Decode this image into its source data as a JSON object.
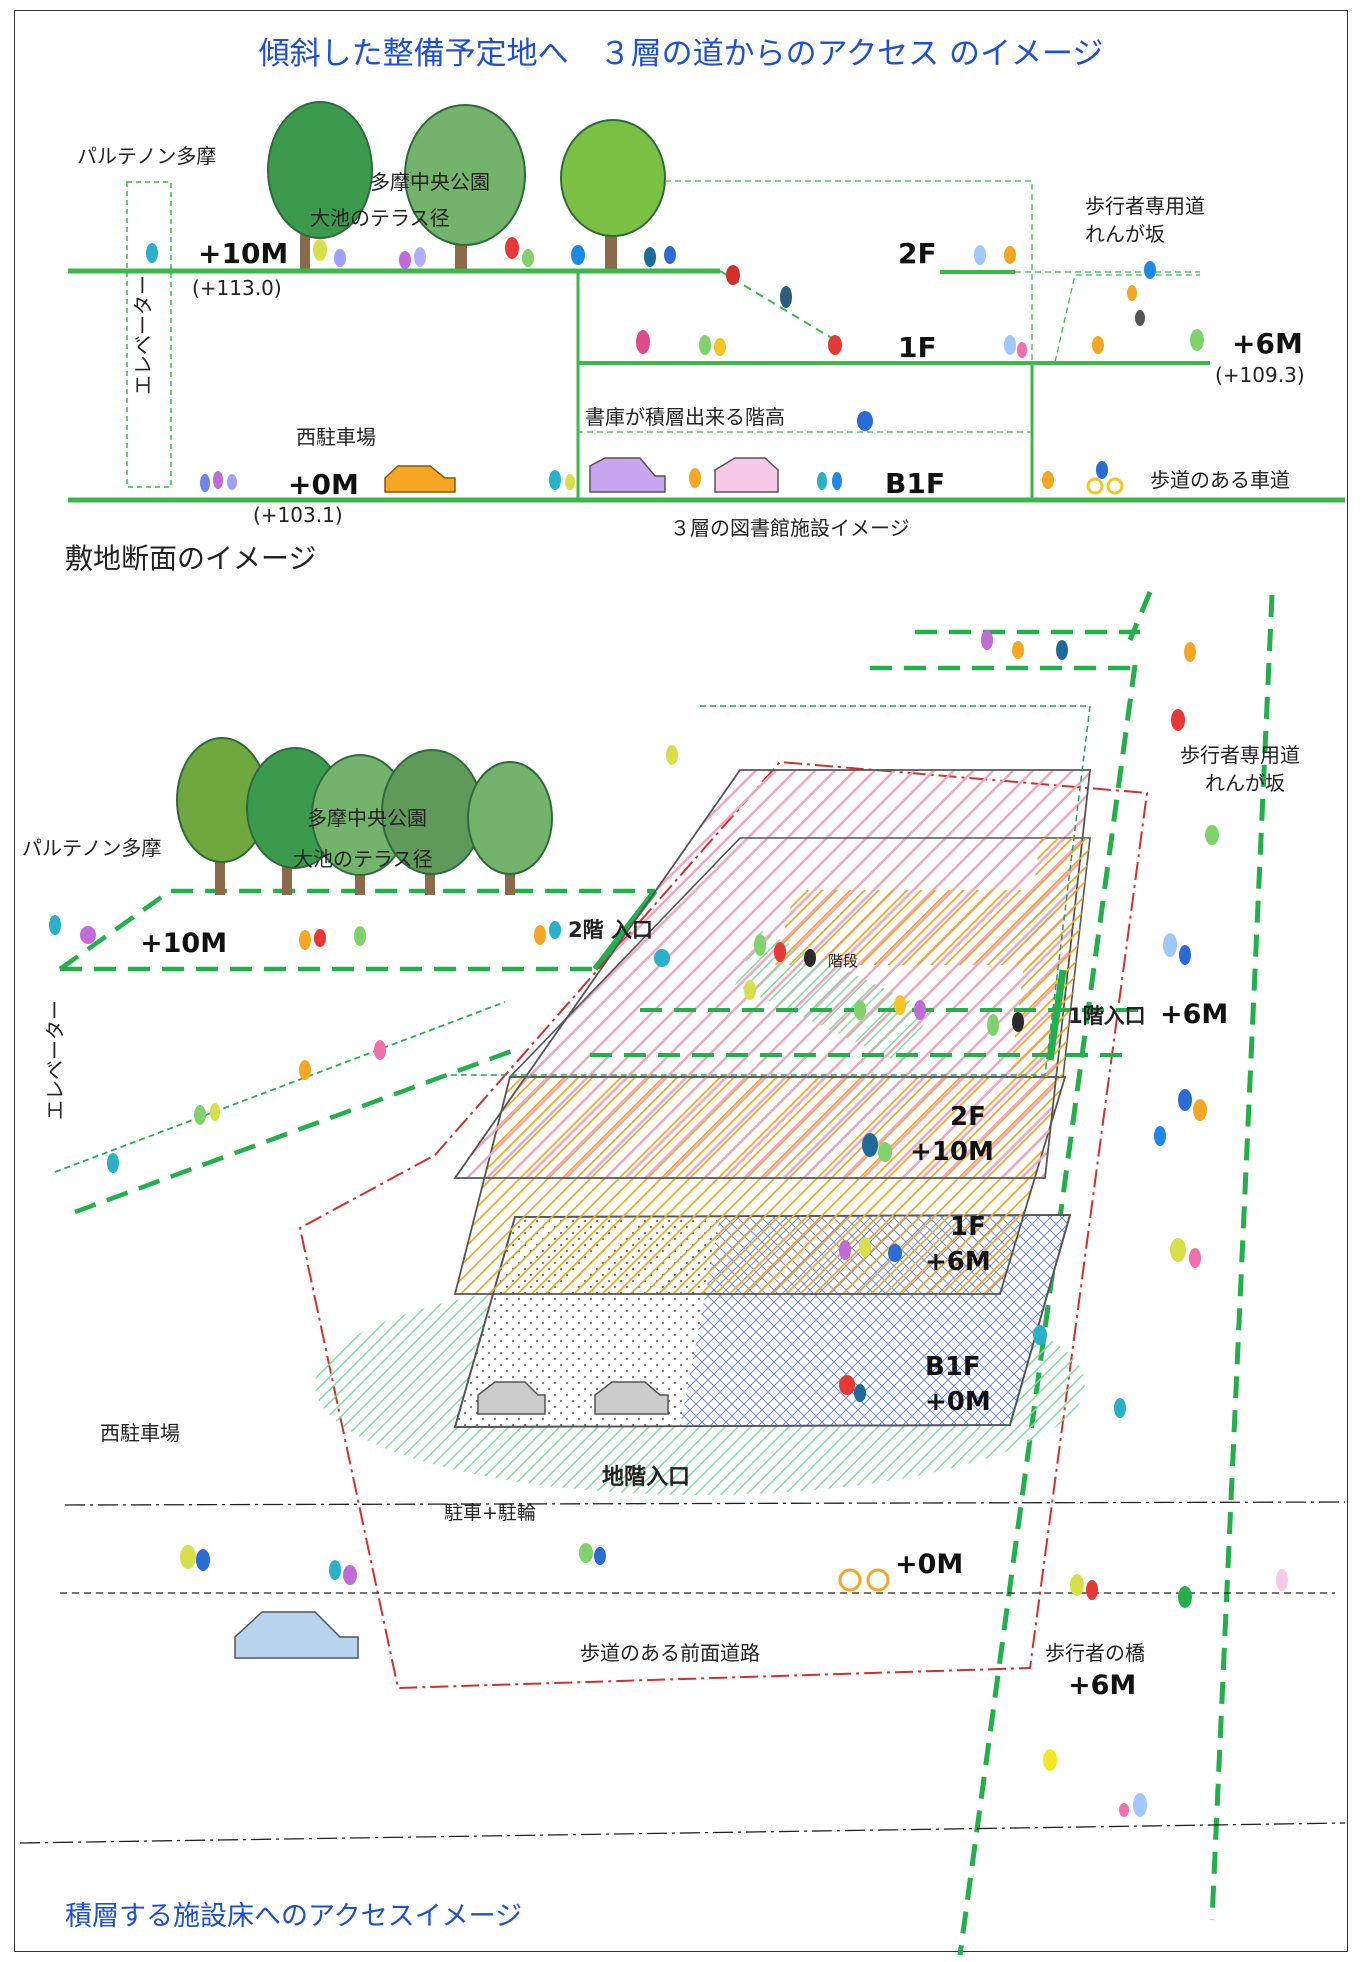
{
  "title_top": "傾斜した整備予定地へ　３層の道からのアクセス のイメージ",
  "title_bottom": "積層する施設床へのアクセスイメージ",
  "section_label": "敷地断面のイメージ",
  "colors": {
    "title_blue": "#1e4fd6",
    "path_green": "#3cb84a",
    "floor_pink": "#f2a7bd",
    "floor_orange": "#f5a623",
    "floor_blue": "#6a86e8",
    "site_red": "#d32f2f",
    "ground_green": "#7fe0a0"
  },
  "section": {
    "parthenon": "パルテノン多摩",
    "park_line1": "多摩中央公園",
    "park_line2": "大池のテラス径",
    "elevator": "エレベーター",
    "level_10": "+10M",
    "elev_113": "(+113.0)",
    "walkway_line1": "歩行者専用道",
    "walkway_line2": "れんが坂",
    "floor_2f": "2F",
    "floor_1f": "1F",
    "floor_b1f": "B1F",
    "level_6": "+6M",
    "elev_109": "(+109.3)",
    "parking": "西駐車場",
    "level_0": "+0M",
    "elev_103": "(+103.1)",
    "stack_note": "書庫が積層出来る階高",
    "sidewalk_road": "歩道のある車道",
    "library_caption": "３層の図書館施設イメージ"
  },
  "iso": {
    "parthenon": "パルテノン多摩",
    "park_line1": "多摩中央公園",
    "park_line2": "大池のテラス径",
    "level_10": "+10M",
    "entry_2f": "2階 入口",
    "stairs": "階段",
    "entry_1f": "1階入口",
    "level_6_entry": "+6M",
    "elevator": "エレベーター",
    "walkway_line1": "歩行者専用道",
    "walkway_line2": "れんが坂",
    "floor_2f": "2F",
    "floor_2f_level": "+10M",
    "floor_1f": "1F",
    "floor_1f_level": "+6M",
    "floor_b1f": "B1F",
    "floor_b1f_level": "+0M",
    "parking": "西駐車場",
    "basement_entry": "地階入口",
    "parking_bikes": "駐車+駐輪",
    "level_0_road": "+0M",
    "front_road": "歩道のある前面道路",
    "bridge": "歩行者の橋",
    "bridge_level": "+6M"
  }
}
